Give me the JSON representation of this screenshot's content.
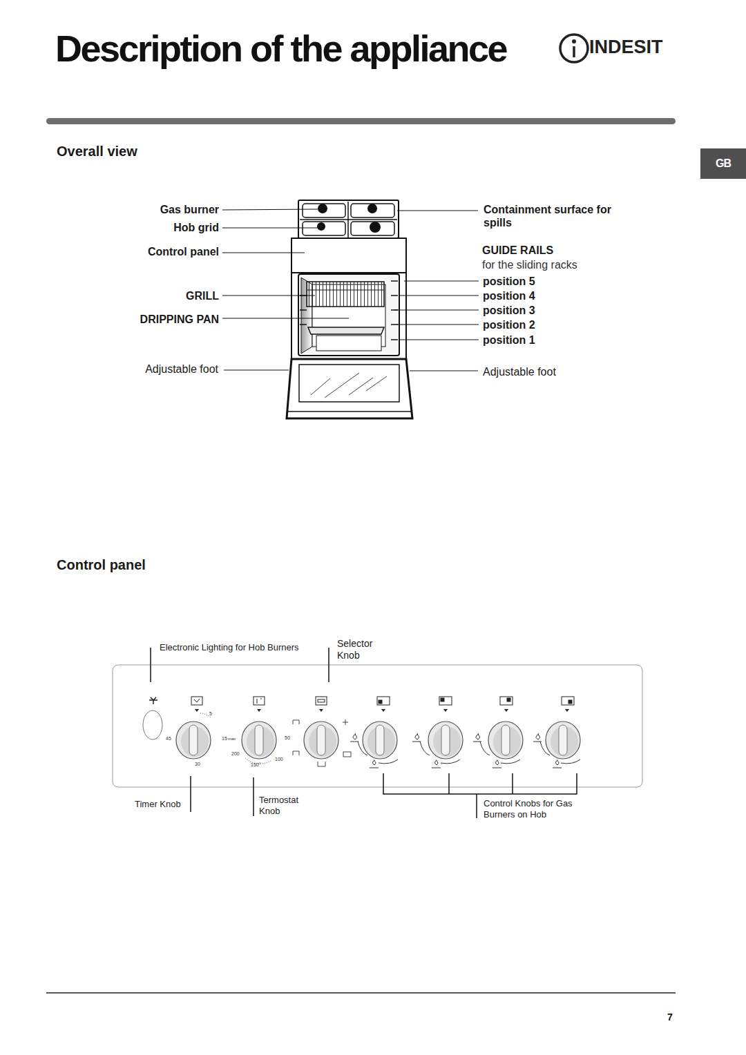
{
  "diagram": {
    "title": "Description of the appliance",
    "nodes": [
      {
        "text": [
          "GB"
        ]
      }
    ],
    "labels": [
      "INDESIT",
      "Overall view",
      "Gas burner",
      "Hob grid",
      "Control panel",
      "GRILL",
      "DRIPPING PAN",
      "Adjustable foot",
      "Containment surface for spills",
      "GUIDE RAILS",
      "for the sliding racks",
      "position 5",
      "position 4",
      "position 3",
      "position 2",
      "position 1",
      "Adjustable foot",
      "Control panel",
      "Electronic Lighting for Hob Burners",
      "Selector Knob",
      "Timer Knob",
      "Termostat Knob",
      "Control Knobs for Gas Burners on Hob",
      "7",
      "5",
      "45",
      "30",
      "15",
      "max",
      "50",
      "200",
      "150°",
      "100"
    ]
  }
}
